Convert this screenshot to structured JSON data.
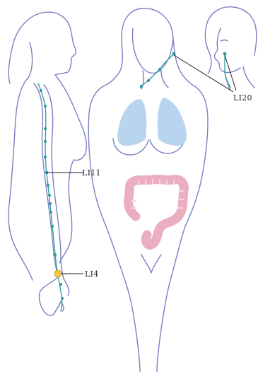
{
  "labels": {
    "li11": "LI11",
    "li4": "LI4",
    "li20": "LI20"
  },
  "colors": {
    "outline": "#7b7fc4",
    "meridian": "#2a9a9a",
    "lungs": "#b9d4ee",
    "colon": "#eaaec0",
    "highlight_point": "#f4c84a",
    "leader_line": "#222222"
  }
}
